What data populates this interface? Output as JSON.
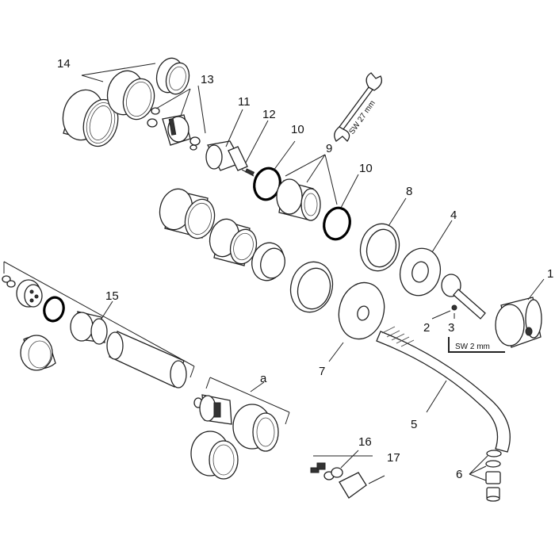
{
  "callouts": {
    "c1": "1",
    "c2": "2",
    "c3": "3",
    "c4": "4",
    "c5": "5",
    "c6": "6",
    "c7": "7",
    "c8": "8",
    "c9": "9",
    "c10a": "10",
    "c10b": "10",
    "c11": "11",
    "c12": "12",
    "c13": "13",
    "c14": "14",
    "c15": "15",
    "c16": "16",
    "c17": "17",
    "ca": "a"
  },
  "tools": {
    "wrench": "SW 27 mm",
    "hex_key": "SW 2 mm"
  }
}
